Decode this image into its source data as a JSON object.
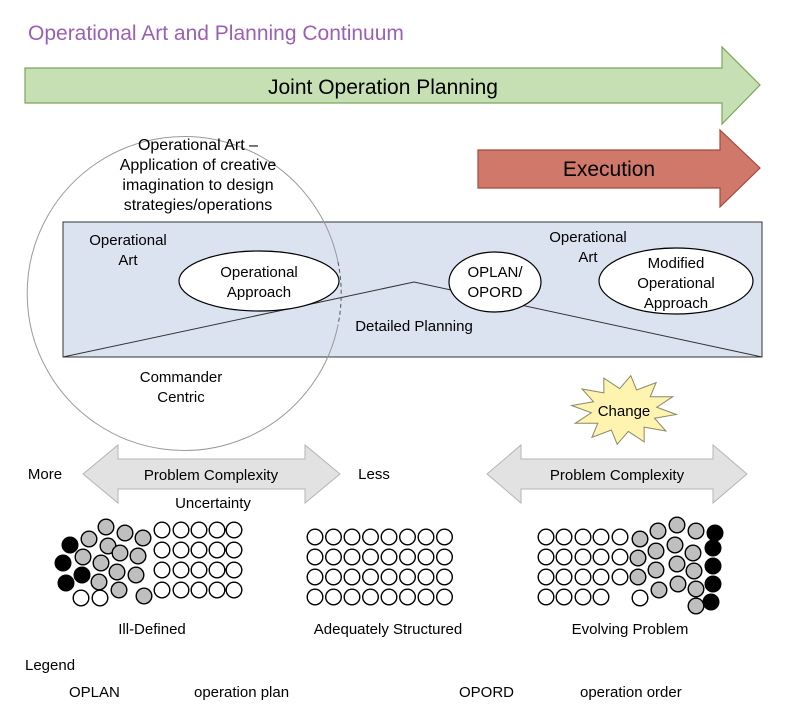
{
  "title": "Operational Art and Planning Continuum",
  "colors": {
    "title": "#9b5fb5",
    "planning_arrow": "#c6e0b4",
    "planning_arrow_stroke": "#7aa65a",
    "execution_arrow": "#d0786a",
    "execution_arrow_stroke": "#a04a3e",
    "detail_box": "#dbe3f0",
    "complexity_arrow": "#e2e2e2",
    "change_burst": "#fff3b0",
    "circle_black": "#000000",
    "circle_gray": "#bfbfbf",
    "circle_white": "#ffffff"
  },
  "arrows": {
    "joint_planning": "Joint Operation Planning",
    "execution": "Execution"
  },
  "operational_art_circle": {
    "lines": [
      "Operational Art –",
      "Application of creative",
      "imagination to design",
      "strategies/operations"
    ]
  },
  "detail_box": {
    "left_label": [
      "Operational",
      "Art"
    ],
    "right_label": [
      "Operational",
      "Art"
    ],
    "approach": [
      "Operational",
      "Approach"
    ],
    "oplan": [
      "OPLAN/",
      "OPORD"
    ],
    "modified": [
      "Modified",
      "Operational",
      "Approach"
    ],
    "detailed_planning": "Detailed Planning"
  },
  "commander": [
    "Commander",
    "Centric"
  ],
  "change": "Change",
  "complexity": {
    "more": "More",
    "less": "Less",
    "left_label": "Problem Complexity",
    "uncertainty": "Uncertainty",
    "right_label": "Problem Complexity"
  },
  "problems": {
    "ill_defined": "Ill-Defined",
    "adequate": "Adequately Structured",
    "evolving": "Evolving Problem"
  },
  "legend": {
    "heading": "Legend",
    "entries": [
      {
        "abbr": "OPLAN",
        "meaning": "operation plan"
      },
      {
        "abbr": "OPORD",
        "meaning": "operation order"
      }
    ]
  }
}
